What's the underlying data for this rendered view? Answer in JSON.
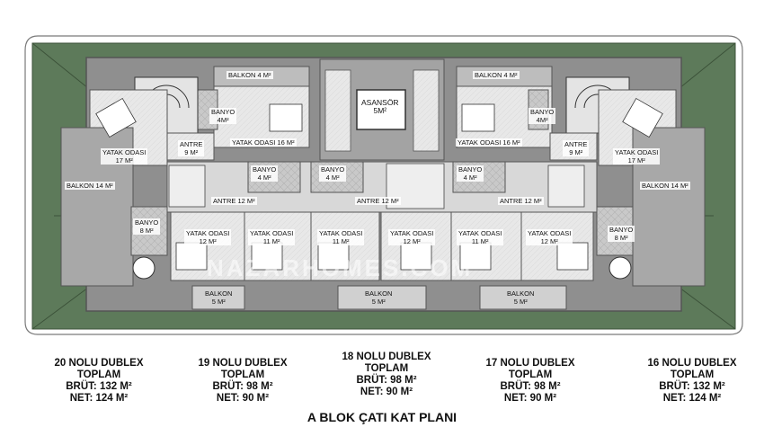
{
  "plan_title": "A BLOK ÇATI KAT PLANI",
  "watermark": "NAZARHOMES.COM",
  "rooms": {
    "balkon_top_left": {
      "name": "BALKON 4 M²"
    },
    "balkon_top_right": {
      "name": "BALKON 4 M²"
    },
    "asansor": {
      "name": "ASANSÖR",
      "area": "5M²"
    },
    "banyo_top_left": {
      "name": "BANYO",
      "area": "4M²"
    },
    "banyo_top_right": {
      "name": "BANYO",
      "area": "4M²"
    },
    "yatak_16_left": {
      "name": "YATAK ODASI 16 M²"
    },
    "yatak_16_right": {
      "name": "YATAK ODASI 16 M²"
    },
    "yatak_17_left": {
      "name": "YATAK ODASI",
      "area": "17 M²"
    },
    "yatak_17_right": {
      "name": "YATAK ODASI",
      "area": "17 M²"
    },
    "antre_9_left": {
      "name": "ANTRE",
      "area": "9 M²"
    },
    "antre_9_right": {
      "name": "ANTRE",
      "area": "9 M²"
    },
    "balkon_14_left": {
      "name": "BALKON 14 M²"
    },
    "balkon_14_right": {
      "name": "BALKON 14 M²"
    },
    "banyo_8_left": {
      "name": "BANYO",
      "area": "8 M²"
    },
    "banyo_8_right": {
      "name": "BANYO",
      "area": "8 M²"
    },
    "banyo_mid_1": {
      "name": "BANYO",
      "area": "4 M²"
    },
    "banyo_mid_2": {
      "name": "BANYO",
      "area": "4 M²"
    },
    "banyo_mid_3": {
      "name": "BANYO",
      "area": "4 M²"
    },
    "antre_12_1": {
      "name": "ANTRE 12 M²"
    },
    "antre_12_2": {
      "name": "ANTRE 12 M²"
    },
    "antre_12_3": {
      "name": "ANTRE 12 M²"
    },
    "yatak_12_1": {
      "name": "YATAK ODASI",
      "area": "12 M²"
    },
    "yatak_11_1": {
      "name": "YATAK ODASI",
      "area": "11 M²"
    },
    "yatak_11_2": {
      "name": "YATAK ODASI",
      "area": "11 M²"
    },
    "yatak_12_2": {
      "name": "YATAK ODASI",
      "area": "12 M²"
    },
    "yatak_11_3": {
      "name": "YATAK ODASI",
      "area": "11 M²"
    },
    "yatak_12_3": {
      "name": "YATAK ODASI",
      "area": "12 M²"
    },
    "balkon_5_1": {
      "name": "BALKON",
      "area": "5 M²"
    },
    "balkon_5_2": {
      "name": "BALKON",
      "area": "5 M²"
    },
    "balkon_5_3": {
      "name": "BALKON",
      "area": "5 M²"
    }
  },
  "units": [
    {
      "title": "20 NOLU DUBLEX",
      "total": "TOPLAM",
      "gross": "BRÜT: 132 M²",
      "net": "NET: 124 M²"
    },
    {
      "title": "19 NOLU DUBLEX",
      "total": "TOPLAM",
      "gross": "BRÜT: 98 M²",
      "net": "NET: 90 M²"
    },
    {
      "title": "18 NOLU DUBLEX",
      "total": "TOPLAM",
      "gross": "BRÜT: 98 M²",
      "net": "NET: 90 M²"
    },
    {
      "title": "17 NOLU DUBLEX",
      "total": "TOPLAM",
      "gross": "BRÜT: 98 M²",
      "net": "NET: 90 M²"
    },
    {
      "title": "16 NOLU DUBLEX",
      "total": "TOPLAM",
      "gross": "BRÜT: 132 M²",
      "net": "NET: 124 M²"
    }
  ]
}
